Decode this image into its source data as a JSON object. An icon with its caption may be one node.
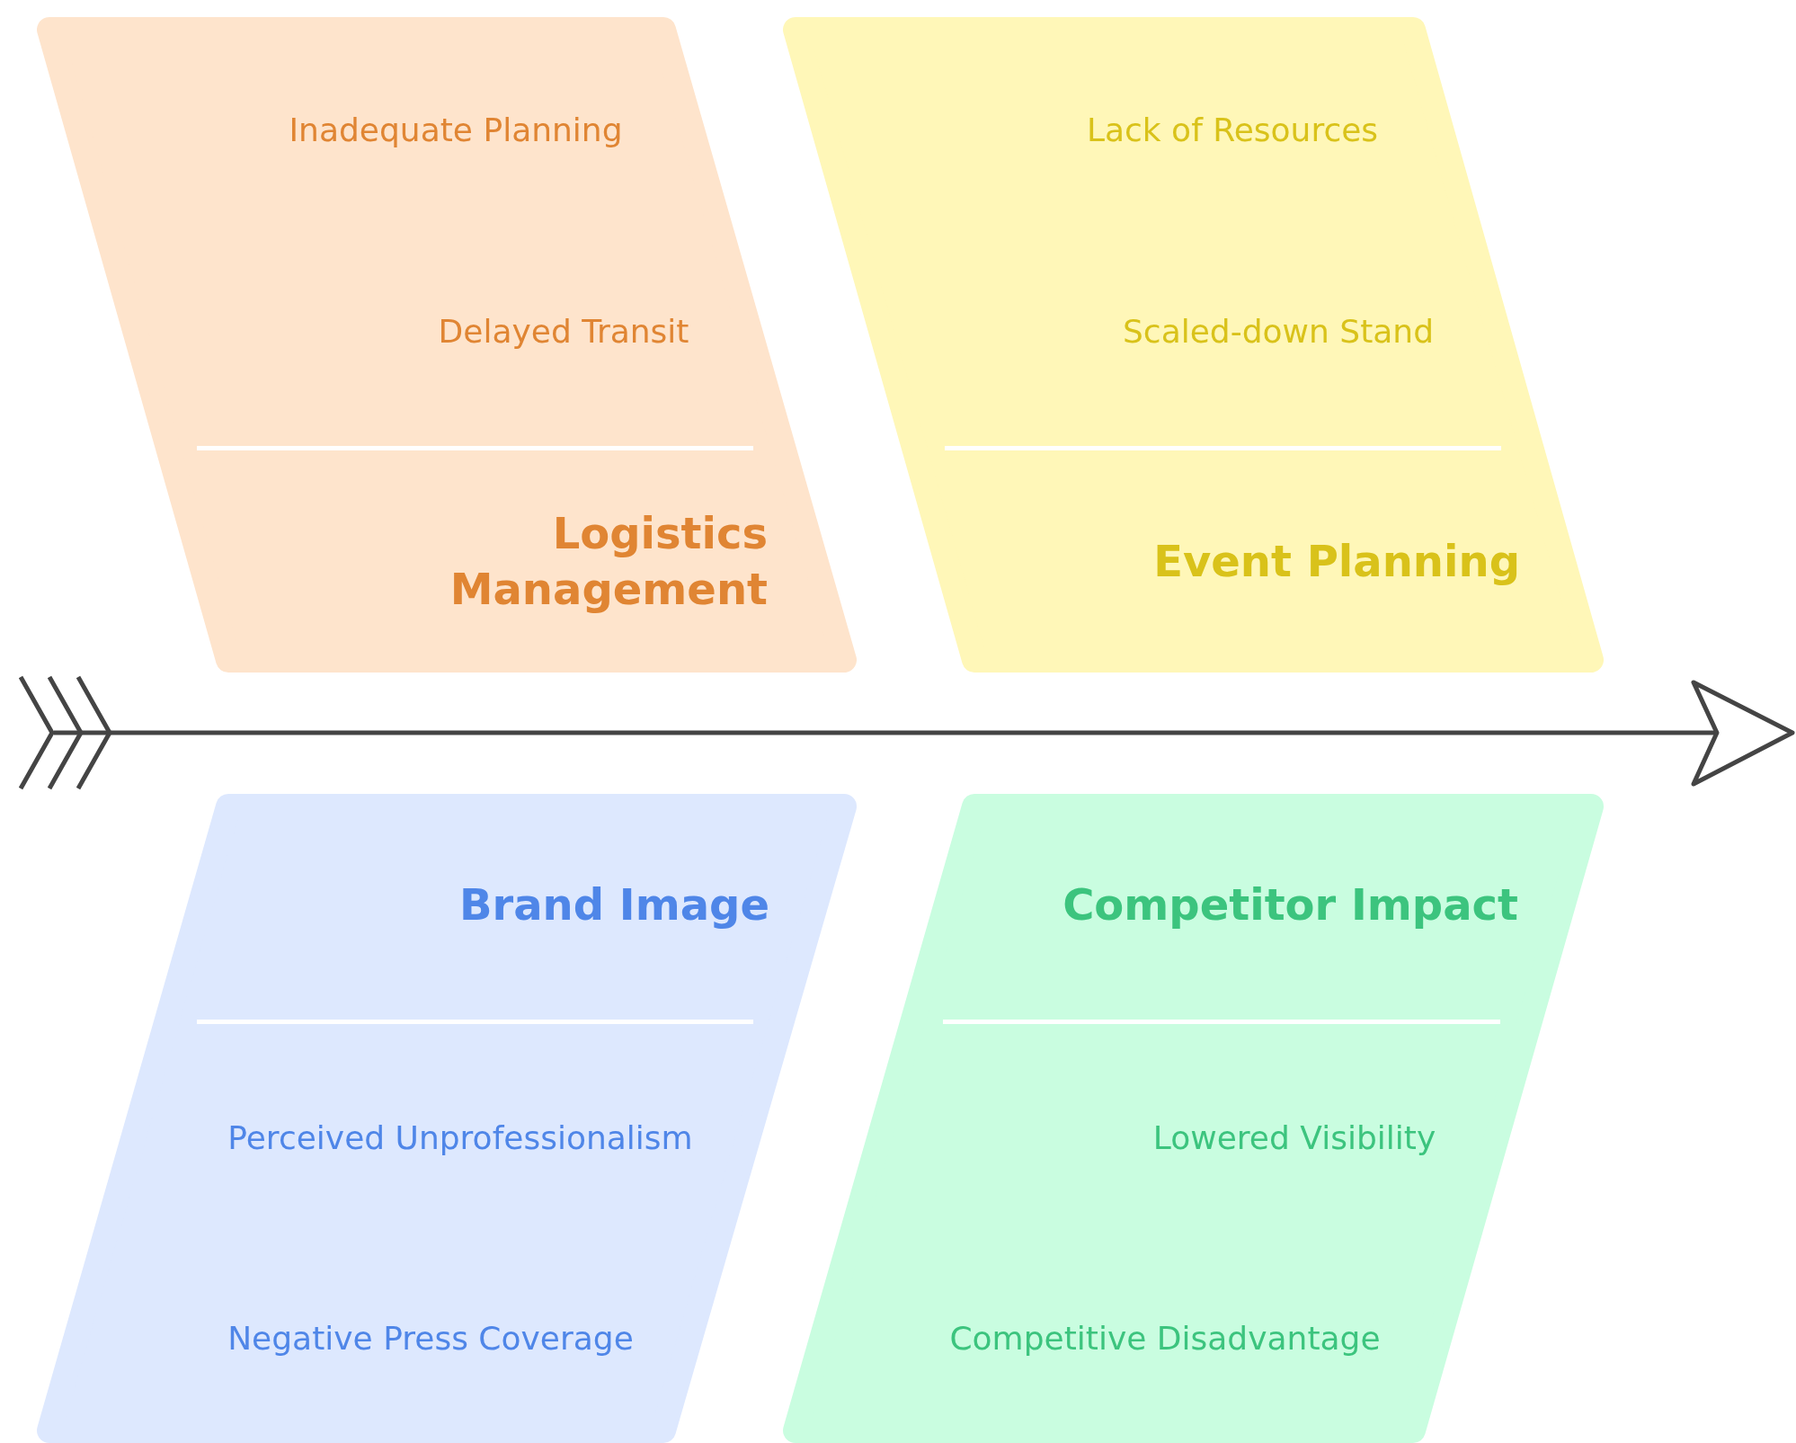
{
  "diagram": {
    "nodes": [
      {
        "text": [
          "Inadequate Planning",
          "Delayed Transit",
          "Logistics Management"
        ]
      },
      {
        "text": [
          "Lack of Resources",
          "Scaled-down Stand",
          "Event Planning"
        ]
      },
      {
        "text": [
          "Brand Image",
          "Perceived Unprofessionalism",
          "Negative Press Coverage"
        ]
      },
      {
        "text": [
          "Competitor Impact",
          "Lowered Visibility",
          "Competitive Disadvantage"
        ]
      }
    ]
  }
}
